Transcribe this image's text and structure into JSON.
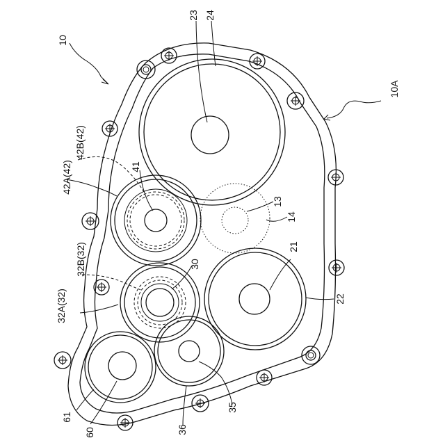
{
  "labels": {
    "case_main": "10",
    "case_outline": "10A",
    "gear_23": "23",
    "gear_24": "24",
    "gear_13": "13",
    "gear_14": "14",
    "gear_41": "41",
    "gear_42a": "42A(42)",
    "gear_42b": "42B(42)",
    "gear_30": "30",
    "gear_32a": "32A(32)",
    "gear_32b": "32B(32)",
    "gear_21": "21",
    "gear_22": "22",
    "gear_35": "35",
    "gear_36": "36",
    "gear_60": "60",
    "gear_61": "61"
  }
}
